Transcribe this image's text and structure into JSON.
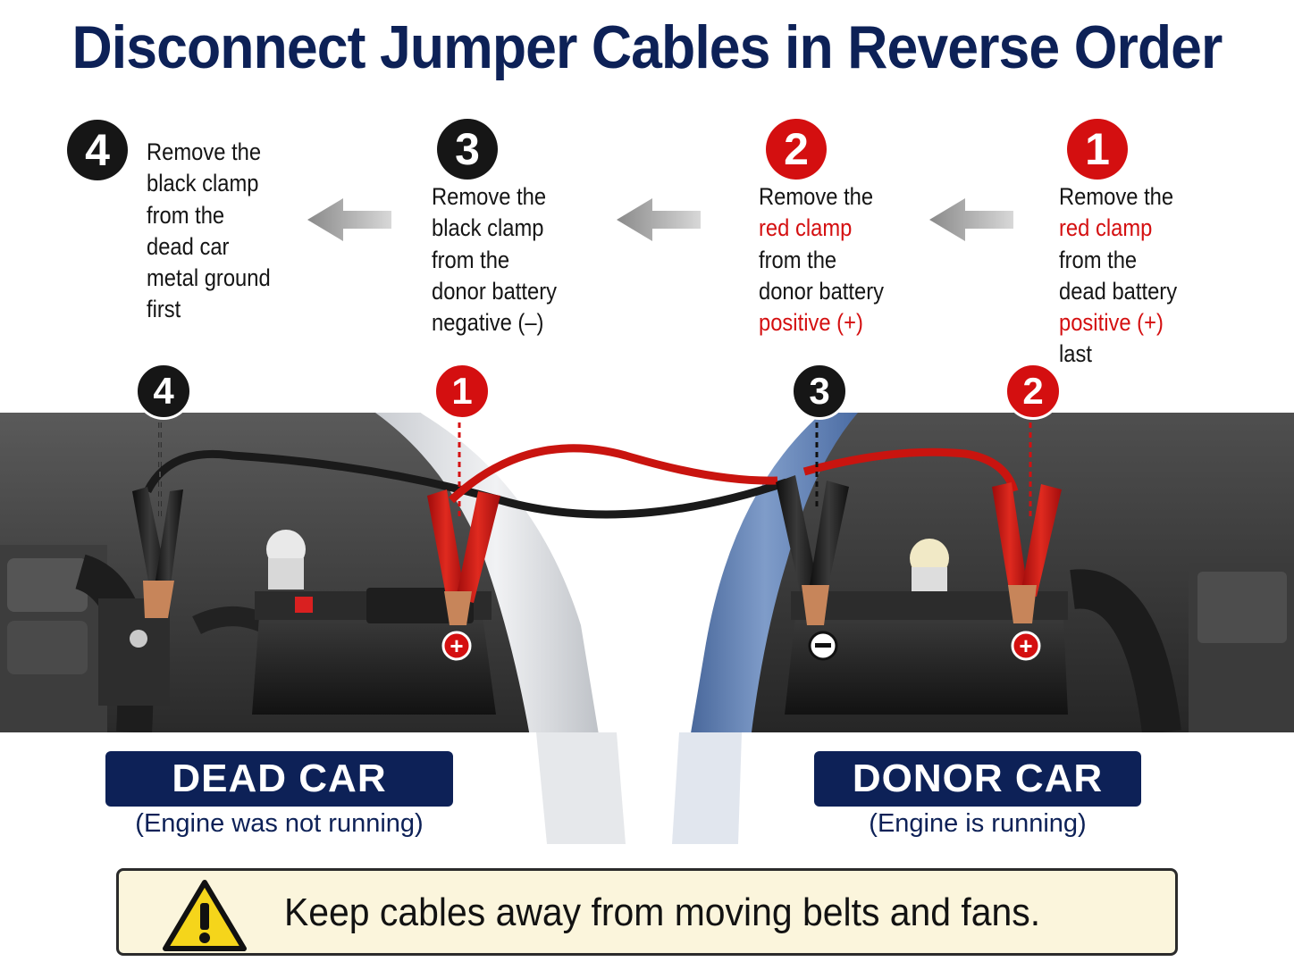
{
  "title": "Disconnect Jumper Cables in Reverse Order",
  "steps": [
    {
      "number": "4",
      "color": "#161616",
      "lines": [
        "Remove the",
        "black clamp",
        "from the",
        "dead car",
        "metal ground",
        "first"
      ]
    },
    {
      "number": "3",
      "color": "#161616",
      "lines": [
        "Remove the",
        "black clamp",
        "from the",
        "donor battery",
        "negative (–)"
      ]
    },
    {
      "number": "2",
      "color": "#d40f10",
      "lines": [
        "Remove the",
        "red clamp",
        "from the",
        "donor battery",
        "positive (+)"
      ]
    },
    {
      "number": "1",
      "color": "#d40f10",
      "lines": [
        "Remove the",
        "red clamp",
        "from the",
        "dead battery",
        "positive (+)",
        "last"
      ]
    }
  ],
  "markers": [
    {
      "number": "4",
      "color": "#161616"
    },
    {
      "number": "1",
      "color": "#d40f10"
    },
    {
      "number": "3",
      "color": "#161616"
    },
    {
      "number": "2",
      "color": "#d40f10"
    }
  ],
  "terminals": {
    "positive": "+",
    "negative": "−"
  },
  "dead_car": {
    "label": "DEAD CAR",
    "note": "(Engine was not running)"
  },
  "donor_car": {
    "label": "DONOR CAR",
    "note": "(Engine is running)"
  },
  "warning": {
    "icon": "warning-triangle-icon",
    "text": "Keep cables away from moving belts and fans."
  },
  "colors": {
    "navy": "#0d2157",
    "red": "#d40f10",
    "black": "#161616",
    "warning_bg": "#fbf5dc",
    "warning_yellow": "#f5d51b"
  }
}
